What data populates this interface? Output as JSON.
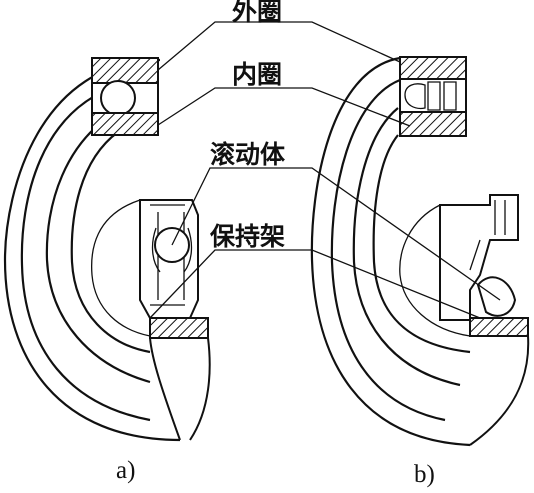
{
  "figure": {
    "labels": {
      "outer_ring": "外圈",
      "inner_ring": "内圈",
      "rolling_element": "滚动体",
      "cage": "保持架"
    },
    "subfigures": {
      "a": "a)",
      "b": "b)"
    }
  }
}
